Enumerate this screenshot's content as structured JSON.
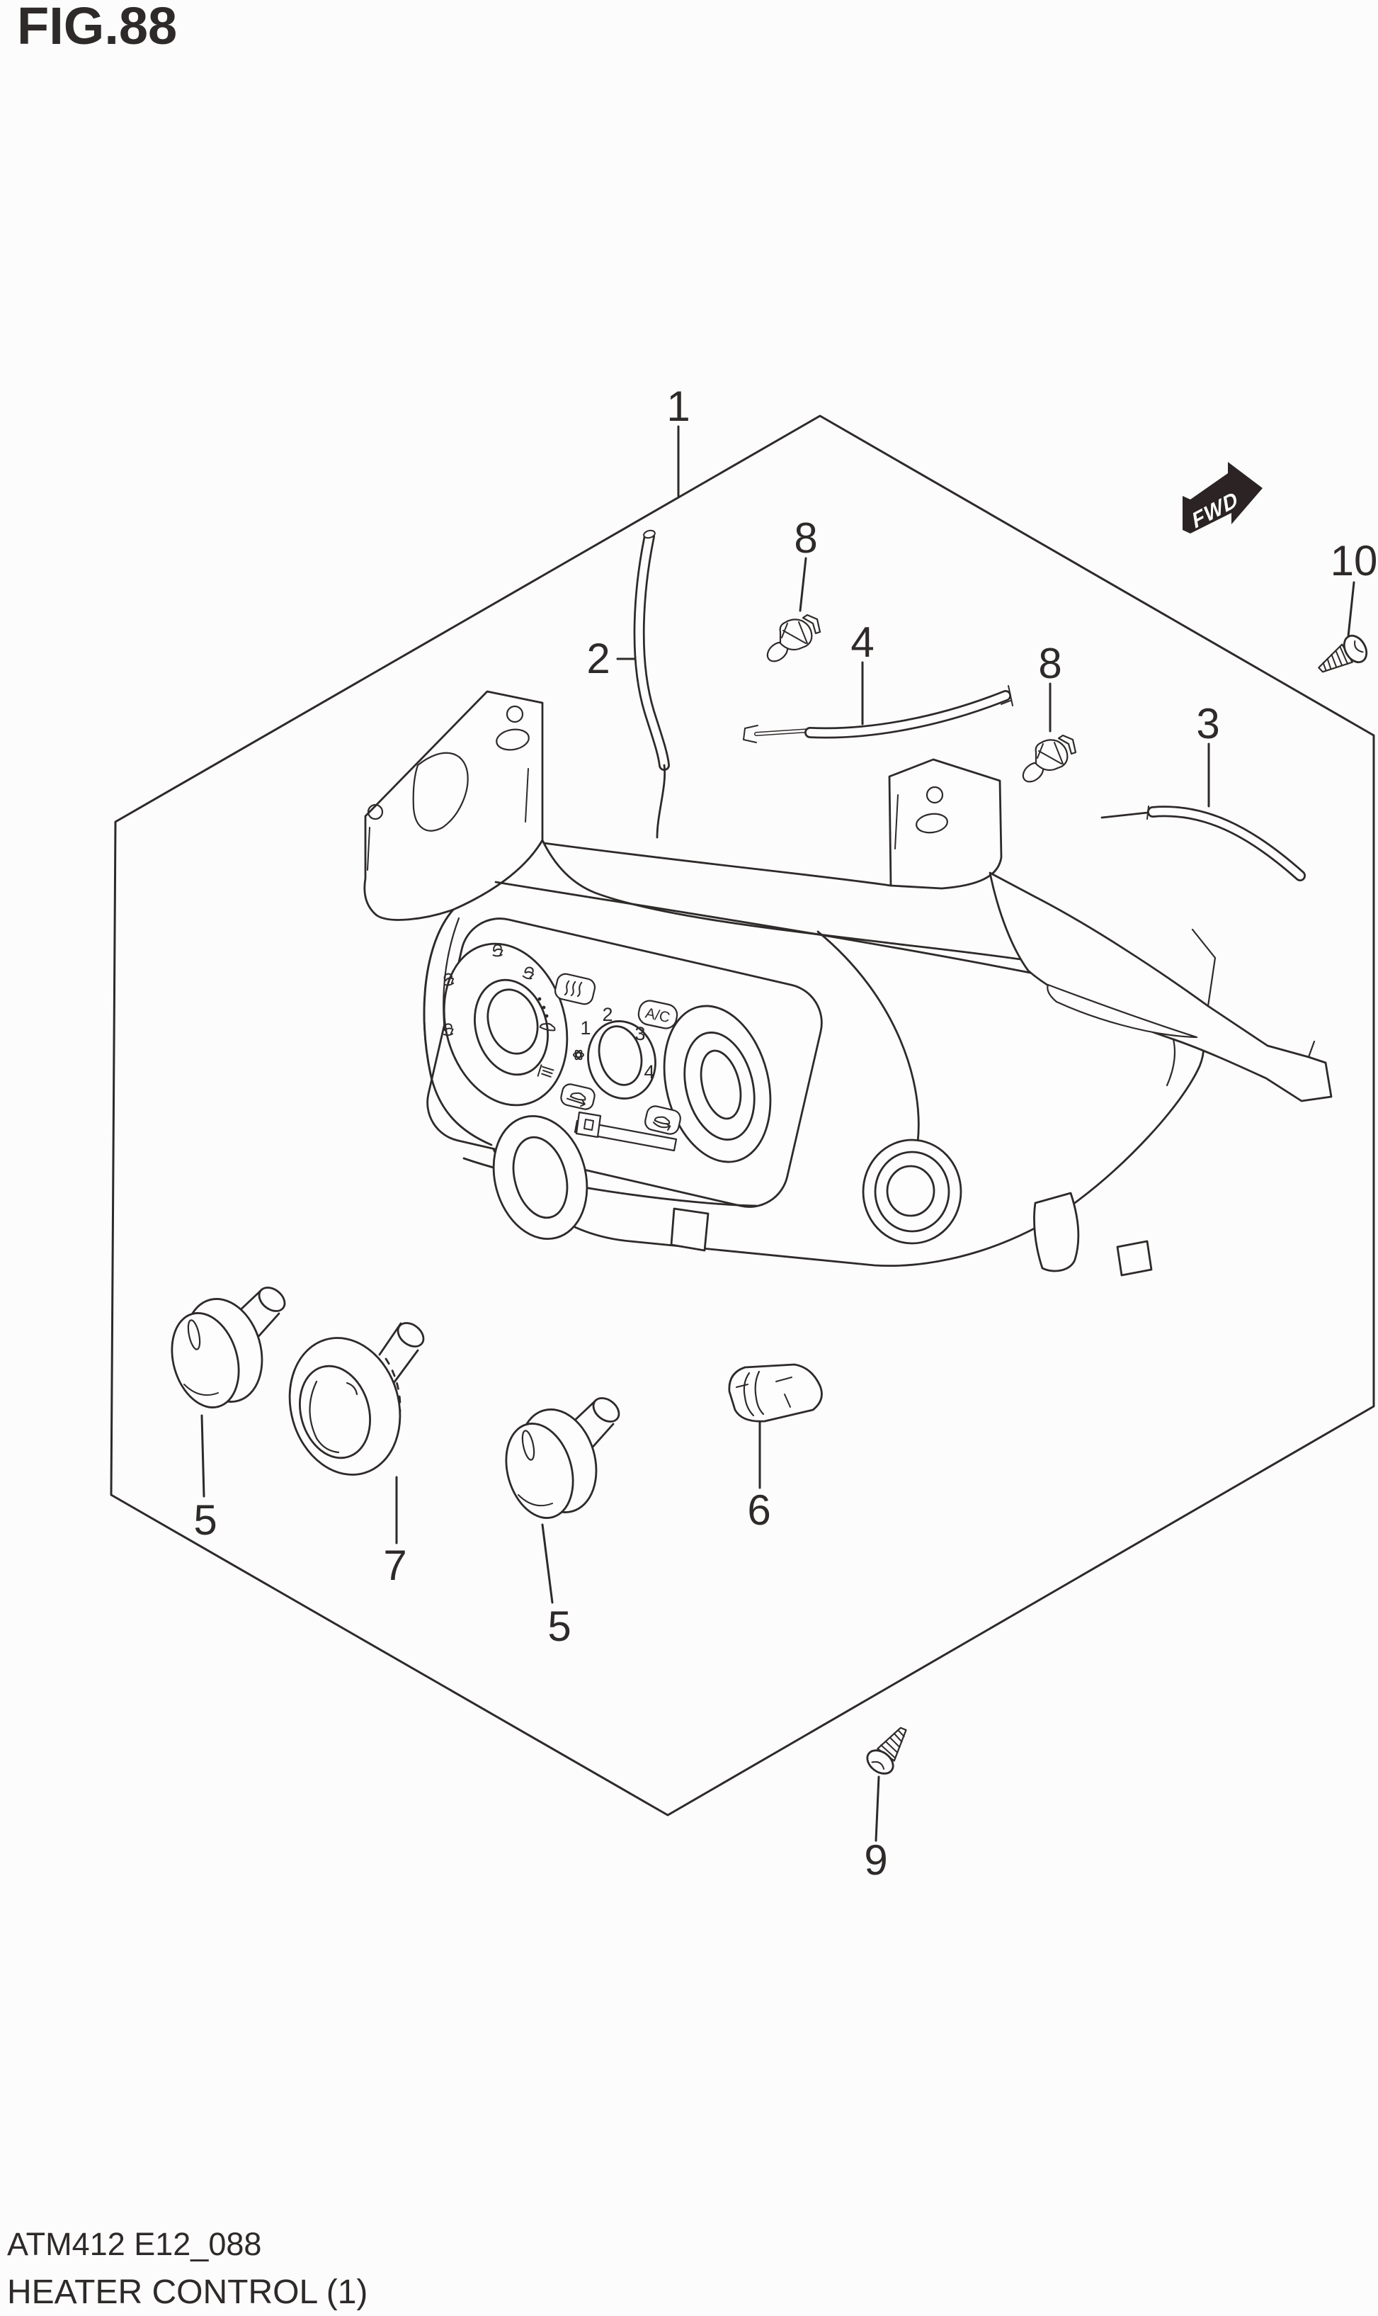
{
  "figure": {
    "title": "FIG.88",
    "code": "ATM412 E12_088",
    "caption": "HEATER CONTROL (1)"
  },
  "direction_marker": {
    "label": "FWD"
  },
  "control_panel": {
    "ac_button_label": "A/C",
    "fan_speed_labels": [
      "1",
      "2",
      "3",
      "4"
    ]
  },
  "callouts": {
    "c1": "1",
    "c2": "2",
    "c3": "3",
    "c4": "4",
    "c5a": "5",
    "c5b": "5",
    "c6": "6",
    "c7": "7",
    "c8a": "8",
    "c8b": "8",
    "c9": "9",
    "c10": "10"
  },
  "colors": {
    "line": "#2e2a29",
    "background": "#fcfcfc",
    "marker-fill": "#2b2324",
    "marker-text": "#ffffff"
  }
}
